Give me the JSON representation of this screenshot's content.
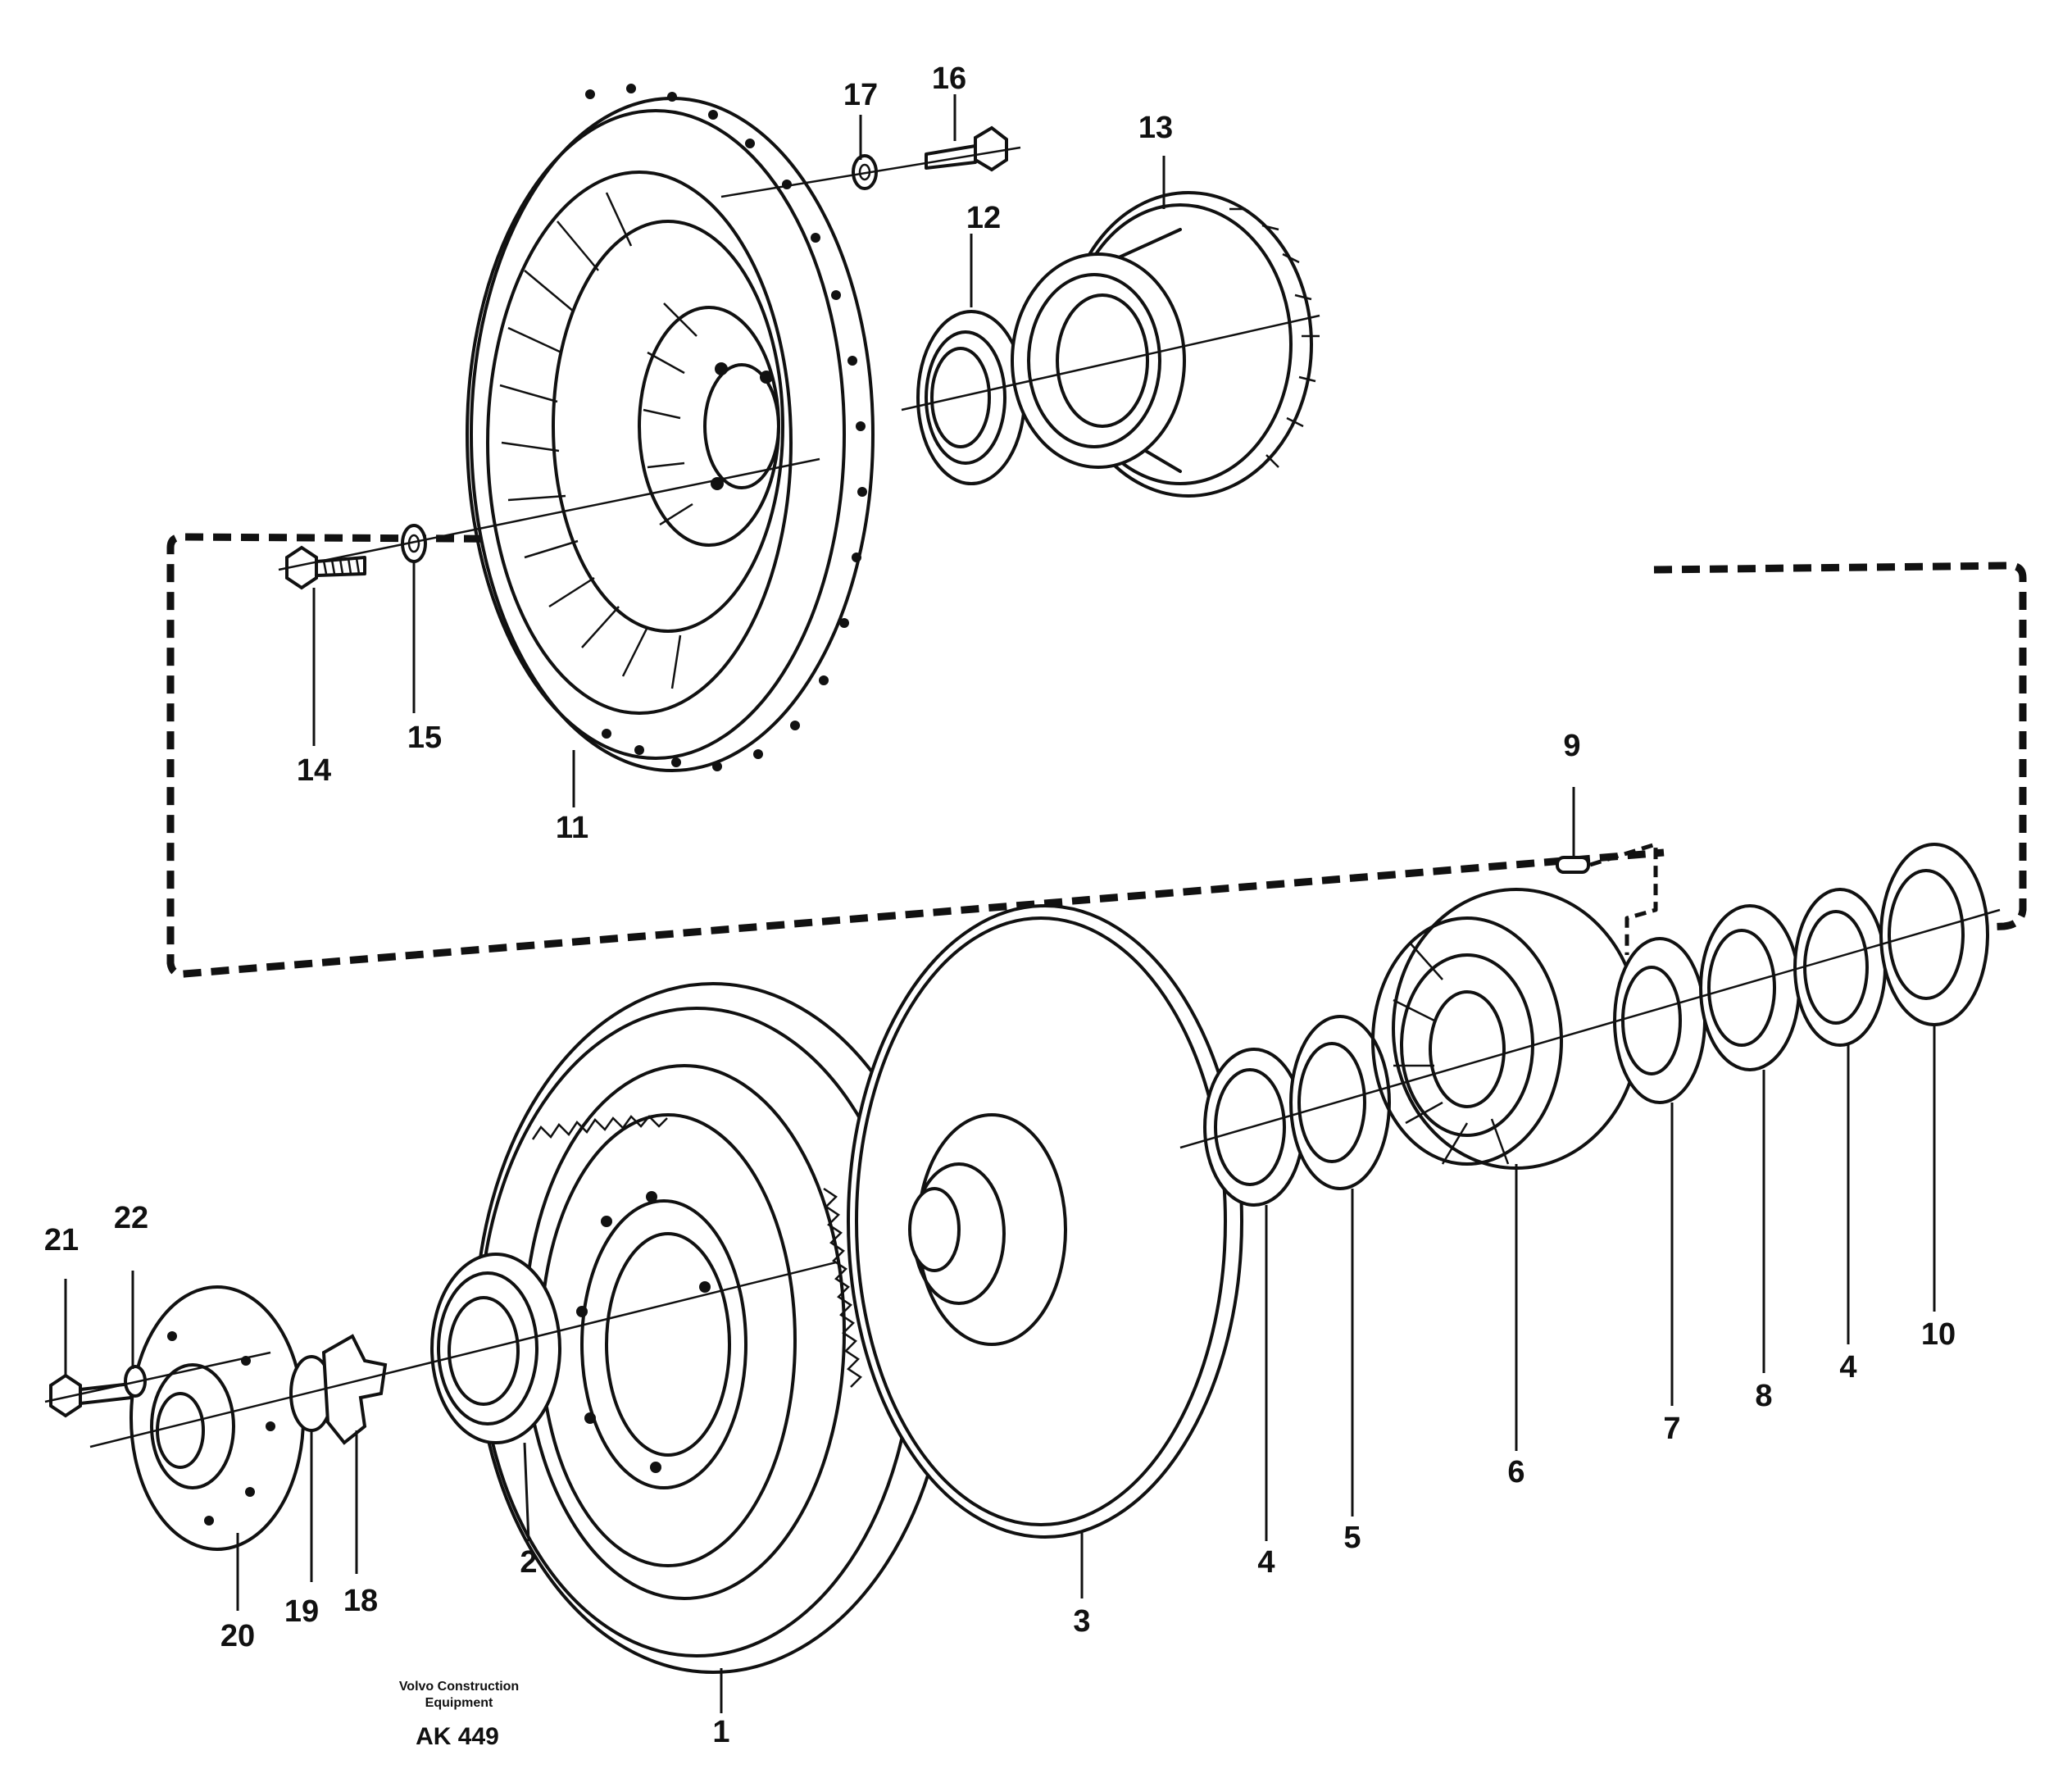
{
  "callouts": {
    "c1": "1",
    "c2": "2",
    "c3": "3",
    "c4a": "4",
    "c4b": "4",
    "c5": "5",
    "c6": "6",
    "c7": "7",
    "c8": "8",
    "c9": "9",
    "c10": "10",
    "c11": "11",
    "c12": "12",
    "c13": "13",
    "c14": "14",
    "c15": "15",
    "c16": "16",
    "c17": "17",
    "c18": "18",
    "c19": "19",
    "c20": "20",
    "c21": "21",
    "c22": "22"
  },
  "credit": {
    "line1": "Volvo Construction",
    "line2": "Equipment",
    "code": "AK 449"
  }
}
